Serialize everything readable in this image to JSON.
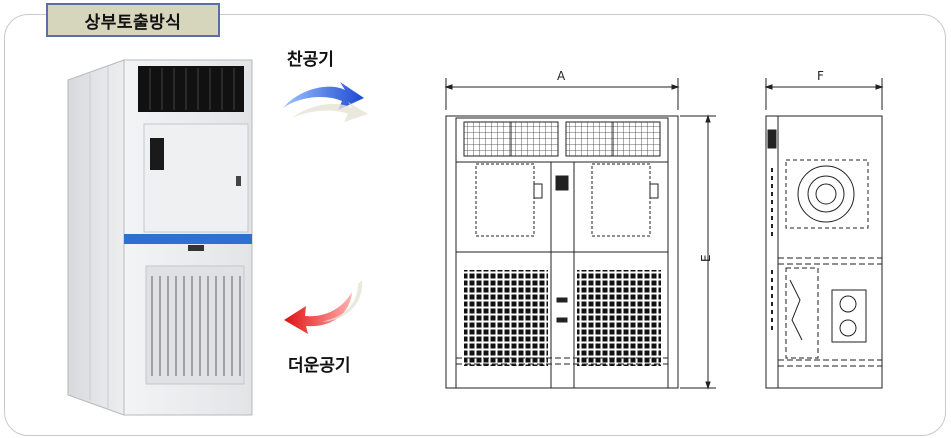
{
  "title": "상부토출방식",
  "airflow": {
    "cold_air_label": "찬공기",
    "hot_air_label": "더운공기",
    "cold_color": "#2a5bd7",
    "hot_color": "#e02525"
  },
  "drawing": {
    "width_label": "A",
    "height_label": "E",
    "depth_label": "F"
  }
}
